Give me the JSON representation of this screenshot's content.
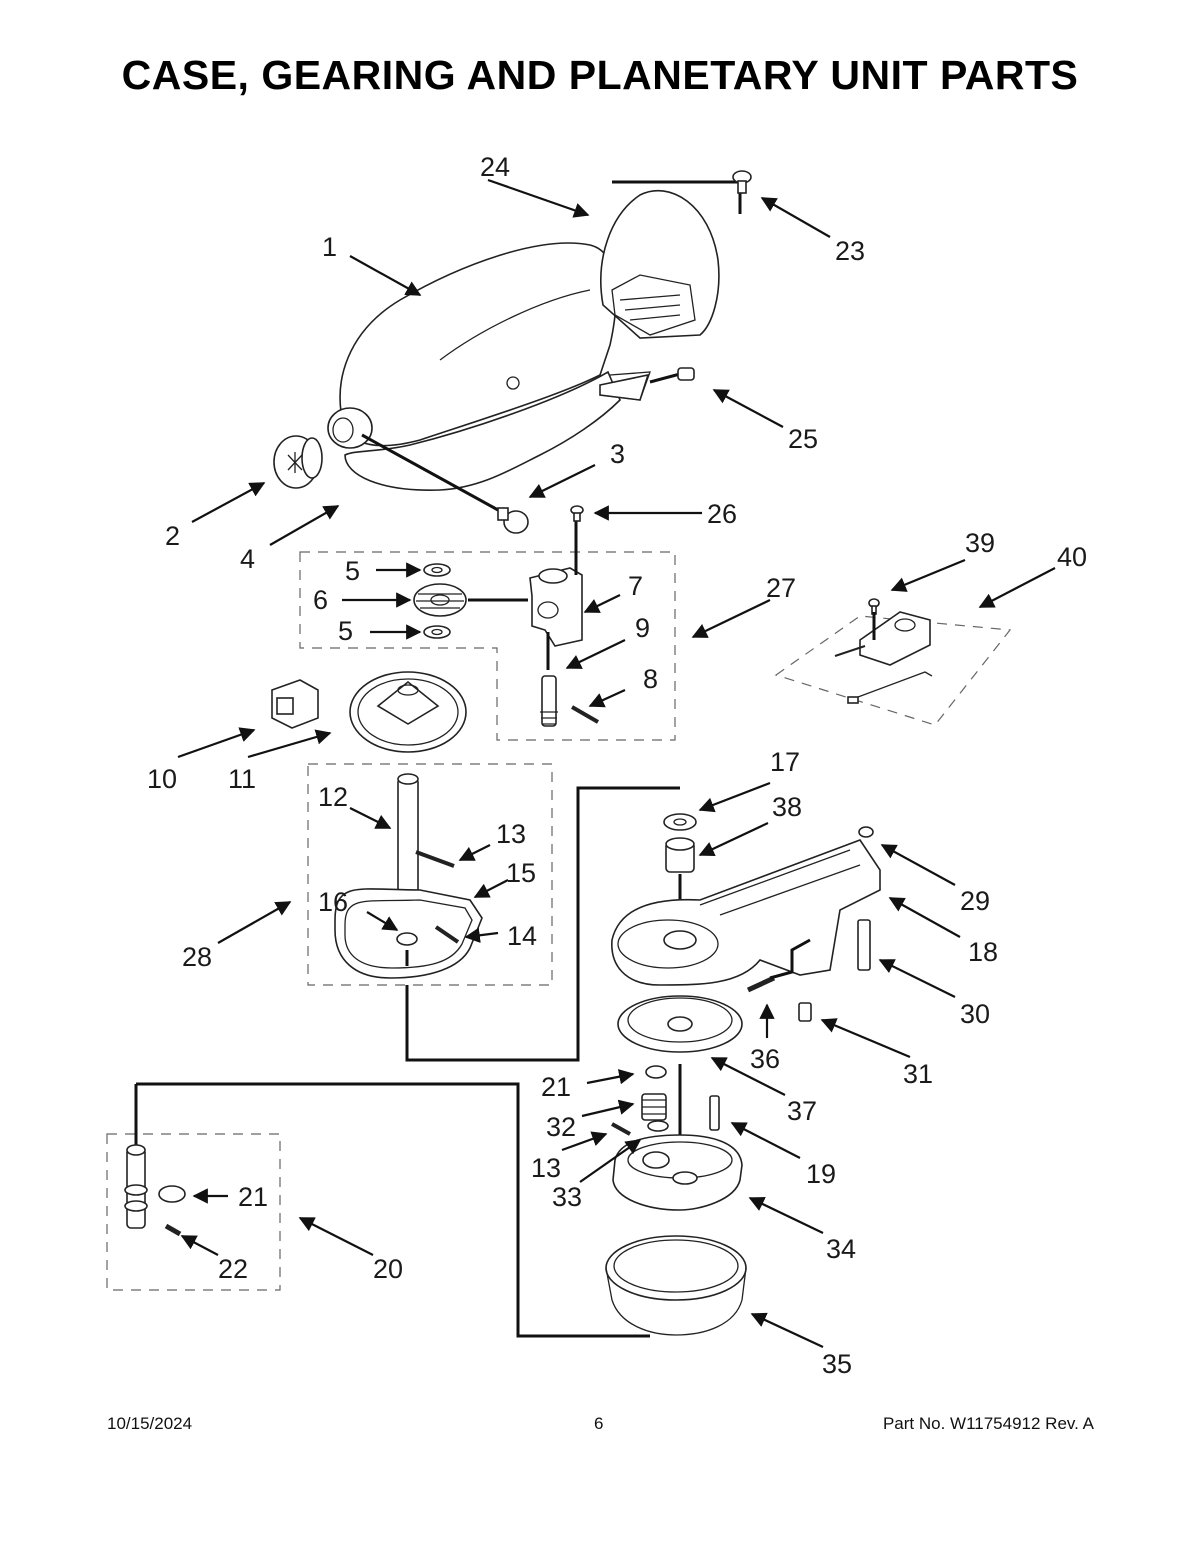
{
  "title": "CASE, GEARING AND PLANETARY UNIT PARTS",
  "footer": {
    "date": "10/15/2024",
    "page": "6",
    "part_no": "Part No.  W11754912  Rev.  A"
  },
  "callouts": {
    "c1": "1",
    "c2": "2",
    "c3": "3",
    "c4": "4",
    "c5a": "5",
    "c5b": "5",
    "c6": "6",
    "c7": "7",
    "c8": "8",
    "c9": "9",
    "c10": "10",
    "c11": "11",
    "c12": "12",
    "c13a": "13",
    "c13b": "13",
    "c14": "14",
    "c15": "15",
    "c16": "16",
    "c17": "17",
    "c18": "18",
    "c19": "19",
    "c20": "20",
    "c21a": "21",
    "c21b": "21",
    "c22": "22",
    "c23": "23",
    "c24": "24",
    "c25": "25",
    "c26": "26",
    "c27": "27",
    "c28": "28",
    "c29": "29",
    "c30": "30",
    "c31": "31",
    "c32": "32",
    "c33": "33",
    "c34": "34",
    "c35": "35",
    "c36": "36",
    "c37": "37",
    "c38": "38",
    "c39": "39",
    "c40": "40"
  }
}
